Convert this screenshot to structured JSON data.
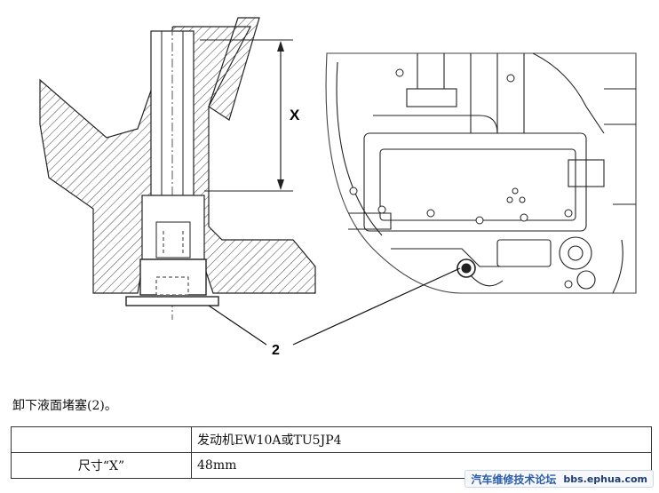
{
  "figure": {
    "labels": {
      "dimension": "X",
      "callout": "2"
    }
  },
  "caption": "卸下液面堵塞(2)。",
  "table": {
    "header": [
      "",
      "发动机EW10A或TU5JP4"
    ],
    "rows": [
      [
        "尺寸“X”",
        "48mm"
      ]
    ]
  },
  "watermark": {
    "title": "汽车维修技术论坛",
    "url": "bbs.ephua.com"
  }
}
